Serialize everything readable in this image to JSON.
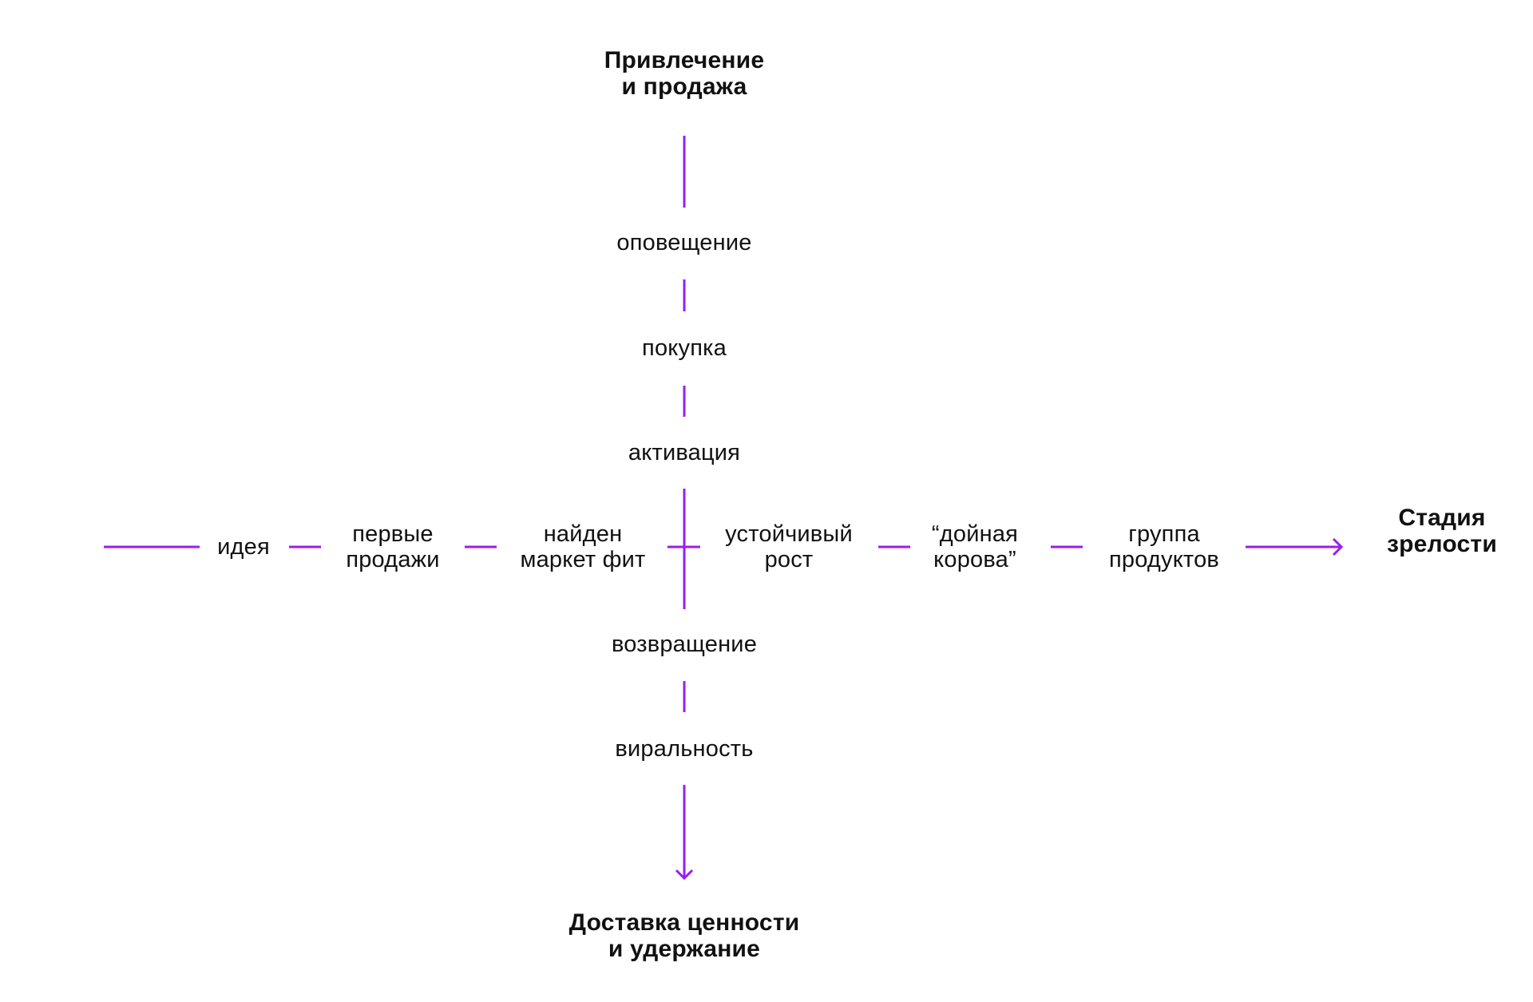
{
  "colors": {
    "line": "#9B1DF2",
    "text": "#111111",
    "background": "#ffffff"
  },
  "axes": {
    "vertical": {
      "top_title": [
        "Привлечение",
        "и продажа"
      ],
      "bottom_title": [
        "Доставка ценности",
        "и удержание"
      ],
      "steps_above": [
        "оповещение",
        "покупка",
        "активация"
      ],
      "steps_below": [
        "возвращение",
        "виральность"
      ]
    },
    "horizontal": {
      "end_title": [
        "Стадия",
        "зрелости"
      ],
      "steps": [
        [
          "идея"
        ],
        [
          "первые",
          "продажи"
        ],
        [
          "найден",
          "маркет фит"
        ],
        [
          "устойчивый",
          "рост"
        ],
        [
          "“дойная",
          "корова”"
        ],
        [
          "группа",
          "продуктов"
        ]
      ]
    }
  }
}
